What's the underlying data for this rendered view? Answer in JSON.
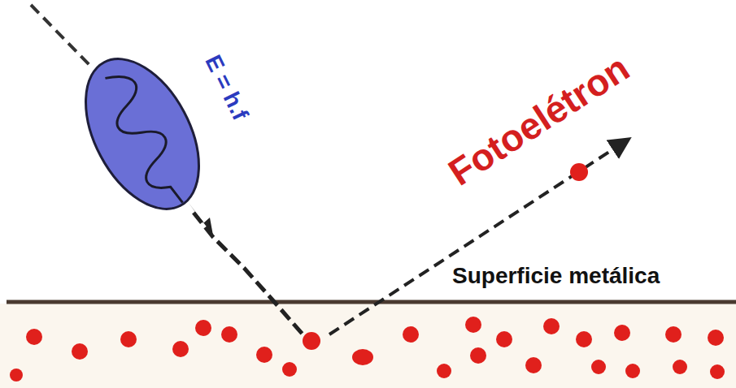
{
  "diagram": {
    "labels": [
      "E = h.f",
      "Fotoelétron",
      "Superficie metálica"
    ]
  }
}
